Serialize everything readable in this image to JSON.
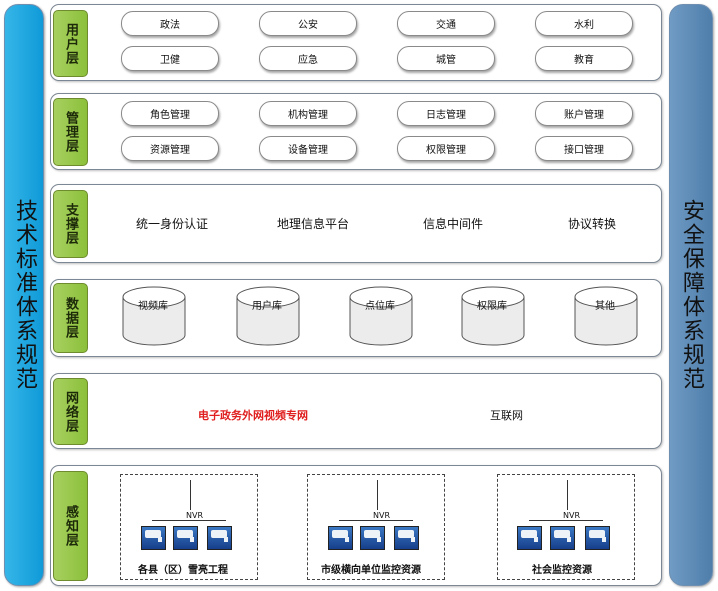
{
  "left_pillar": "技术标准体系规范",
  "right_pillar": "安全保障体系规范",
  "layers": [
    {
      "tag": "用户层",
      "items": [
        "政法",
        "公安",
        "交通",
        "水利",
        "卫健",
        "应急",
        "城管",
        "教育"
      ]
    },
    {
      "tag": "管理层",
      "items": [
        "角色管理",
        "机构管理",
        "日志管理",
        "账户管理",
        "资源管理",
        "设备管理",
        "权限管理",
        "接口管理"
      ]
    },
    {
      "tag": "支撑层",
      "items": [
        "统一身份认证",
        "地理信息平台",
        "信息中间件",
        "协议转换"
      ]
    },
    {
      "tag": "数据层",
      "items": [
        "视频库",
        "用户库",
        "点位库",
        "权限库",
        "其他"
      ]
    },
    {
      "tag": "网络层",
      "items": [
        "电子政务外网视频专网",
        "互联网"
      ],
      "highlight_color": "#e02020"
    },
    {
      "tag": "感知层",
      "groups": [
        {
          "label": "各县（区）雪亮工程",
          "nvr": "NVR"
        },
        {
          "label": "市级横向单位监控资源",
          "nvr": "NVR"
        },
        {
          "label": "社会监控资源",
          "nvr": "NVR"
        }
      ]
    }
  ],
  "colors": {
    "left_pillar": "#1aa3e0",
    "right_pillar": "#5d8bb6",
    "tag": "#94c548",
    "network_red": "#e02020"
  }
}
